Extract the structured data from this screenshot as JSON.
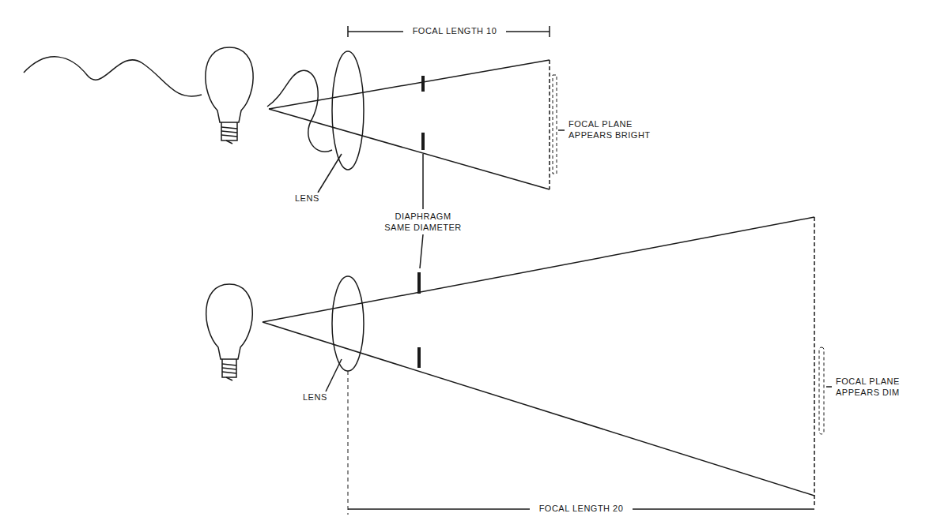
{
  "diagram": {
    "labels": [
      "FOCAL LENGTH 10",
      "FOCAL PLANE APPEARS BRIGHT",
      "LENS",
      "DIAPHRAGM SAME DIAMETER",
      "LENS",
      "FOCAL PLANE APPEARS DIM",
      "FOCAL LENGTH 20"
    ]
  }
}
